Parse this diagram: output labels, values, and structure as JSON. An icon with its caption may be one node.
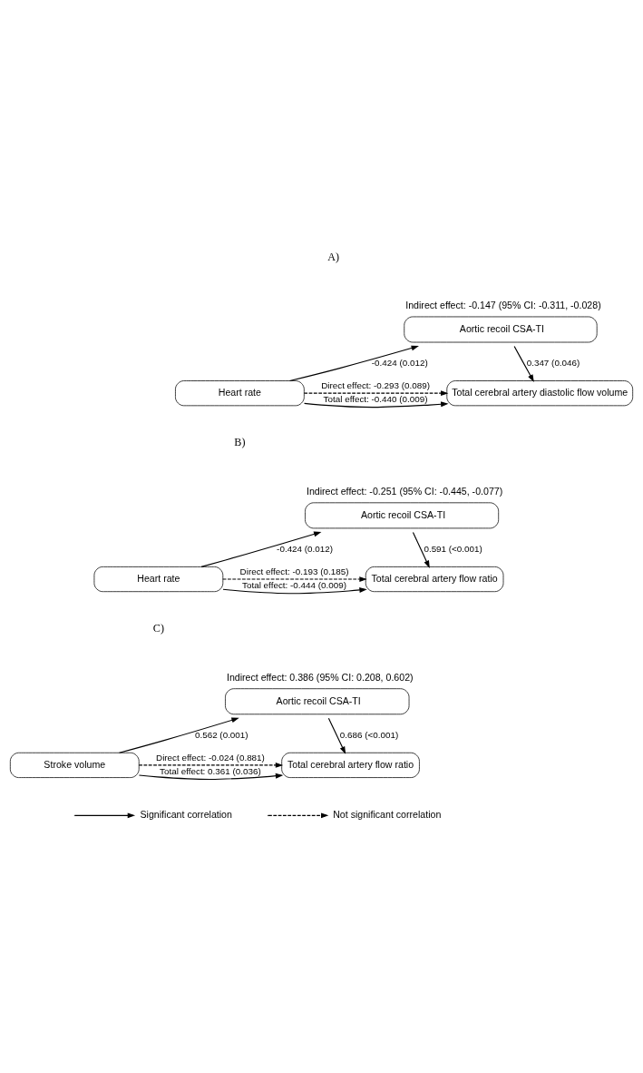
{
  "diagram": {
    "nodes": [
      {
        "text": [
          "Aortic recoil CSA-TI"
        ],
        "beside": [
          "Indirect effect: -0.147 (95% CI: -0.311, -0.028)"
        ]
      },
      {
        "text": [
          "Heart rate"
        ]
      },
      {
        "text": [
          "Total cerebral artery diastolic flow volume"
        ]
      },
      {
        "text": [
          "Aortic recoil CSA-TI"
        ],
        "beside": [
          "Indirect effect: -0.251 (95% CI: -0.445, -0.077)"
        ]
      },
      {
        "text": [
          "Heart rate"
        ]
      },
      {
        "text": [
          "Total cerebral artery flow ratio"
        ]
      },
      {
        "text": [
          "Aortic recoil CSA-TI"
        ],
        "beside": [
          "Indirect effect: 0.386 (95% CI: 0.208, 0.602)"
        ]
      },
      {
        "text": [
          "Stroke volume"
        ]
      },
      {
        "text": [
          "Total cerebral artery flow ratio"
        ]
      }
    ],
    "edges": [
      {
        "from": 1,
        "to": 0,
        "arrow": "to",
        "label": "-0.424 (0.012)"
      },
      {
        "from": 0,
        "to": 2,
        "arrow": "to",
        "label": "0.347 (0.046)"
      },
      {
        "from": 1,
        "to": 2,
        "arrow": "to",
        "label": "Total effect: -0.440 (0.009)"
      },
      {
        "from": 1,
        "to": 2,
        "arrow": "to",
        "label": "Direct effect: -0.293 (0.089)",
        "style": "dashed"
      },
      {
        "from": 4,
        "to": 3,
        "arrow": "to",
        "label": "-0.424 (0.012)"
      },
      {
        "from": 3,
        "to": 5,
        "arrow": "to",
        "label": "0.591 (<0.001)"
      },
      {
        "from": 4,
        "to": 5,
        "arrow": "to",
        "label": "Total effect: -0.444 (0.009)"
      },
      {
        "from": 4,
        "to": 5,
        "arrow": "to",
        "label": "Direct effect: -0.193 (0.185)",
        "style": "dashed"
      },
      {
        "from": 7,
        "to": 6,
        "arrow": "to",
        "label": "0.562 (0.001)"
      },
      {
        "from": 6,
        "to": 8,
        "arrow": "to",
        "label": "0.686 (<0.001)"
      },
      {
        "from": 7,
        "to": 8,
        "arrow": "to",
        "label": "Total effect: 0.361 (0.036)"
      },
      {
        "from": 7,
        "to": 8,
        "arrow": "to",
        "label": "Direct effect: -0.024 (0.881)",
        "style": "dashed"
      }
    ],
    "labels": [
      "A)",
      "B)",
      "C)"
    ],
    "legend": [
      {
        "text": "Significant correlation"
      },
      {
        "text": "Not significant correlation"
      }
    ]
  }
}
